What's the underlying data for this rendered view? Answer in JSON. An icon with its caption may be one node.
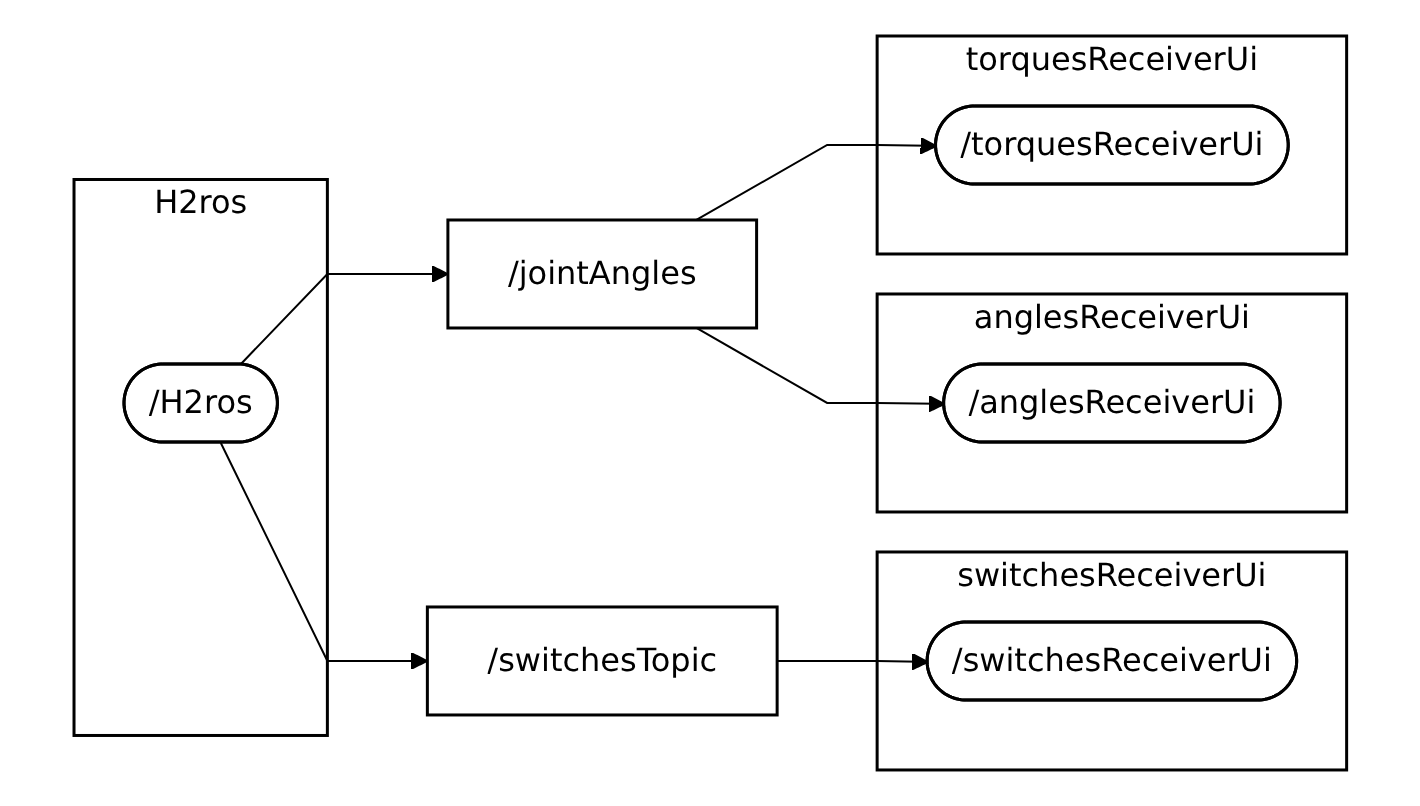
{
  "diagram": {
    "nodes": [
      {
        "text": [
          "H2ros"
        ]
      },
      {
        "text": [
          "/H2ros"
        ],
        "in": 0
      },
      {
        "text": [
          "/switchesTopic"
        ]
      },
      {
        "text": [
          "/jointAngles"
        ]
      },
      {
        "text": [
          "switchesReceiverUi"
        ]
      },
      {
        "text": [
          "/switchesReceiverUi"
        ],
        "in": 4
      },
      {
        "text": [
          "anglesReceiverUi"
        ]
      },
      {
        "text": [
          "/anglesReceiverUi"
        ],
        "in": 6
      },
      {
        "text": [
          "torquesReceiverUi"
        ]
      },
      {
        "text": [
          "/torquesReceiverUi"
        ],
        "in": 8
      }
    ],
    "edges": [
      {
        "from": 1,
        "to": 2,
        "arrow": "to"
      },
      {
        "from": 1,
        "to": 3,
        "arrow": "to"
      },
      {
        "from": 2,
        "to": 5,
        "arrow": "to"
      },
      {
        "from": 3,
        "to": 7,
        "arrow": "to"
      },
      {
        "from": 3,
        "to": 9,
        "arrow": "to"
      }
    ]
  }
}
